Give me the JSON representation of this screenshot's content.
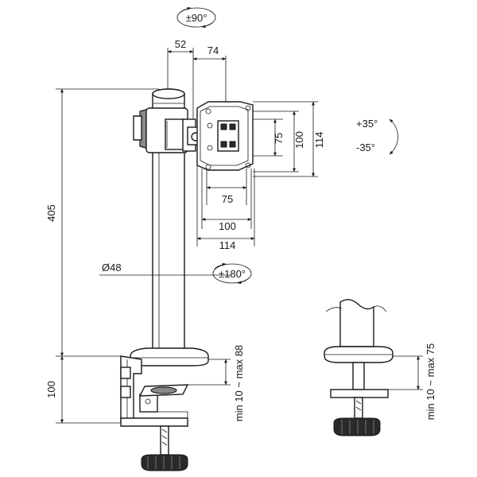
{
  "labels": {
    "rotate_top": "±90°",
    "dim_52": "52",
    "dim_74": "74",
    "vesa_h75": "75",
    "vesa_h100": "100",
    "vesa_h114": "114",
    "vesa_w75": "75",
    "vesa_w100": "100",
    "vesa_w114": "114",
    "tilt_up": "+35°",
    "tilt_down": "-35°",
    "height_405": "405",
    "pole_diameter": "Ø48",
    "swivel": "±180°",
    "clamp_height": "100",
    "clamp_range_1": "min 10 ~ max 88",
    "clamp_range_2": "min 10 ~ max 75"
  }
}
